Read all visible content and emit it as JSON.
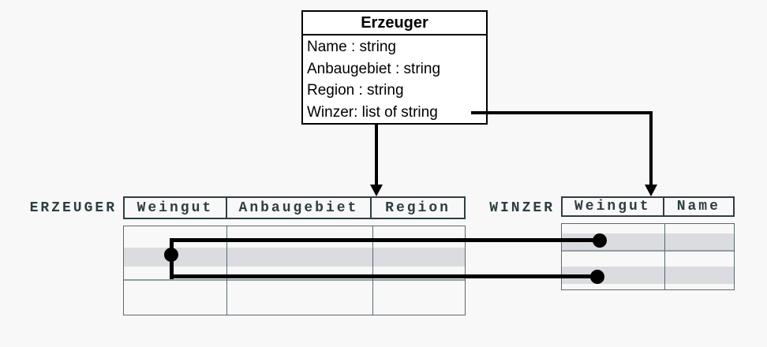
{
  "class_box": {
    "title": "Erzeuger",
    "attributes": [
      "Name : string",
      "Anbaugebiet : string",
      "Region : string",
      "Winzer: list of string"
    ]
  },
  "tables": {
    "erzeuger": {
      "label": "ERZEUGER",
      "columns": [
        "Weingut",
        "Anbaugebiet",
        "Region"
      ]
    },
    "winzer": {
      "label": "WINZER",
      "columns": [
        "Weingut",
        "Name"
      ]
    }
  },
  "colors": {
    "bg": "#f8f8f9",
    "ink": "#000000",
    "slate": "#2e3d41",
    "hdr-border": "#2f3e42",
    "body-border": "#5a6a6e",
    "grid-light": "#909da0",
    "rowfill": "#dadce0",
    "boxfill": "#ffffff"
  }
}
